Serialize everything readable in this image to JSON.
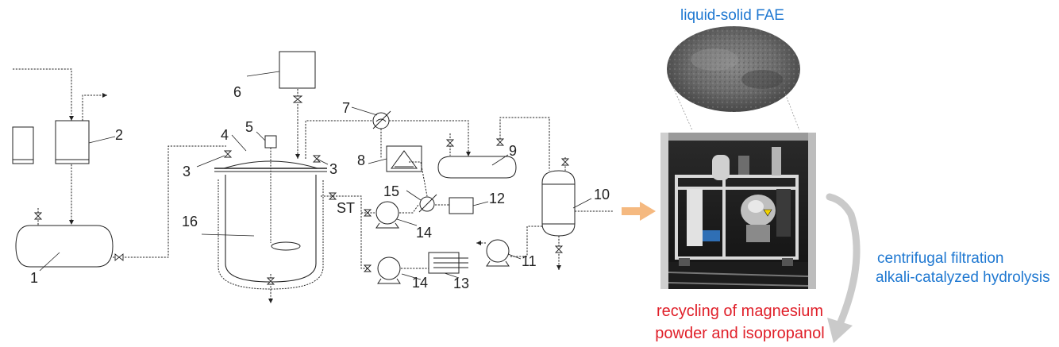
{
  "diagram": {
    "labels": {
      "n1": "1",
      "n2": "2",
      "n3a": "3",
      "n3b": "3",
      "n4": "4",
      "n5": "5",
      "n6": "6",
      "n7": "7",
      "n8": "8",
      "n9": "9",
      "n10": "10",
      "n11": "11",
      "n12": "12",
      "n13": "13",
      "n14a": "14",
      "n14b": "14",
      "n15": "15",
      "n16": "16",
      "st": "ST"
    }
  },
  "captions": {
    "top": "liquid-solid FAE",
    "right_line1": "centrifugal filtration",
    "right_line2": "alkali-catalyzed hydrolysis",
    "bottom_line1": "recycling of magnesium",
    "bottom_line2": "powder and isopropanol"
  },
  "colors": {
    "line": "#222222",
    "caption_blue": "#1f78d1",
    "caption_red": "#e0202a",
    "arrow_orange": "#f5b980",
    "arrow_gray": "#c8c8c8"
  }
}
